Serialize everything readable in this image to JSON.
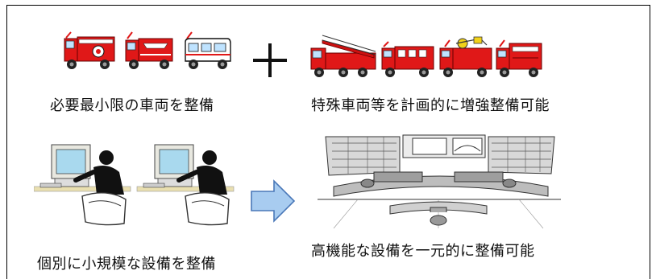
{
  "captions": {
    "top_left": "必要最小限の車両を整備",
    "top_right": "特殊車両等を計画的に増強整備可能",
    "bottom_left": "個別に小規模な設備を整備",
    "bottom_right": "高機能な設備を一元的に整備可能"
  },
  "operators": {
    "plus": "+"
  },
  "icons": {
    "basic_vehicles": [
      "pump-truck-icon",
      "tanker-truck-icon",
      "ambulance-icon"
    ],
    "special_vehicles": [
      "ladder-truck-icon",
      "rescue-truck-icon",
      "chemical-truck-icon",
      "command-truck-icon"
    ],
    "small_facility": [
      "operator-at-computer-icon",
      "operator-at-computer-icon"
    ],
    "large_facility": "command-center-icon",
    "arrow": "right-arrow-icon"
  },
  "colors": {
    "fire_red": "#e01818",
    "arrow_blue": "#a8ccf0",
    "arrow_outline": "#4a78b8"
  }
}
